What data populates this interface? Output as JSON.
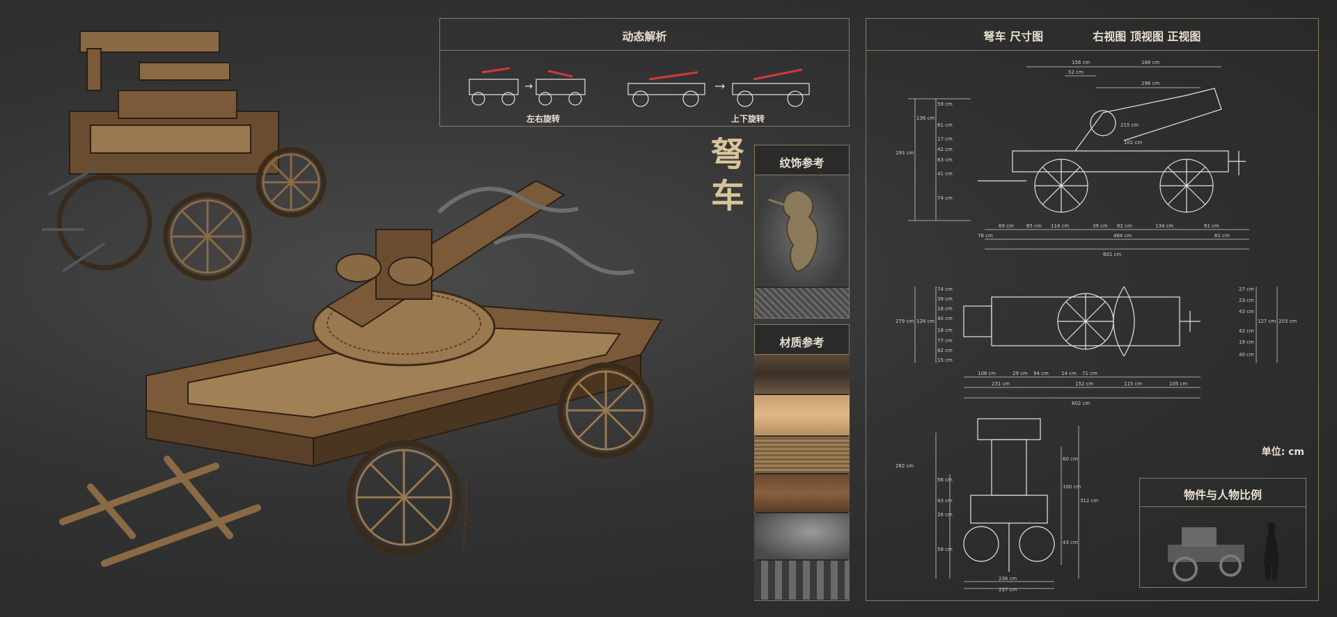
{
  "dynamics": {
    "title": "动态解析",
    "caption_lr": "左右旋转",
    "caption_ud": "上下旋转"
  },
  "main_title": {
    "line1": "弩",
    "line2": "车"
  },
  "ornament": {
    "title": "纹饰参考"
  },
  "material": {
    "title": "材质参考"
  },
  "dimensions": {
    "title": "弩车 尺寸图",
    "views": "右视图 顶视图 正视图",
    "unit": "单位: cm"
  },
  "scale": {
    "title": "物件与人物比例"
  },
  "side_dims": {
    "top": [
      "156 cm",
      "188 cm",
      "52 cm",
      "296 cm",
      "215 cm",
      "101 cm"
    ],
    "left": [
      "136 cm",
      "293 cm",
      "59 cm",
      "61 cm",
      "17 cm",
      "42 cm",
      "83 cm",
      "41 cm",
      "74 cm"
    ],
    "bottom": [
      "69 cm",
      "65 cm",
      "114 cm",
      "39 cm",
      "62 cm",
      "134 cm",
      "61 cm",
      "76 cm",
      "464 cm",
      "61 cm",
      "601 cm"
    ]
  },
  "top_dims": {
    "left": [
      "74 cm",
      "39 cm",
      "18 cm",
      "40 cm",
      "279 cm",
      "128 cm",
      "18 cm",
      "77 cm",
      "62 cm",
      "15 cm"
    ],
    "right": [
      "27 cm",
      "23 cm",
      "43 cm",
      "127 cm",
      "203 cm",
      "42 cm",
      "19 cm",
      "40 cm"
    ],
    "bottom": [
      "108 cm",
      "29 cm",
      "94 cm",
      "14 cm",
      "71 cm",
      "231 cm",
      "152 cm",
      "115 cm",
      "105 cm",
      "602 cm"
    ]
  },
  "front_dims": {
    "left": [
      "282 cm",
      "56 cm",
      "43 cm",
      "26 cm",
      "59 cm"
    ],
    "right": [
      "60 cm",
      "100 cm",
      "312 cm",
      "43 cm"
    ],
    "bottom": [
      "236 cm",
      "237 cm"
    ]
  },
  "colors": {
    "border": "#8c7b5e",
    "title": "#d8c49a",
    "text": "#e8e0d0"
  }
}
